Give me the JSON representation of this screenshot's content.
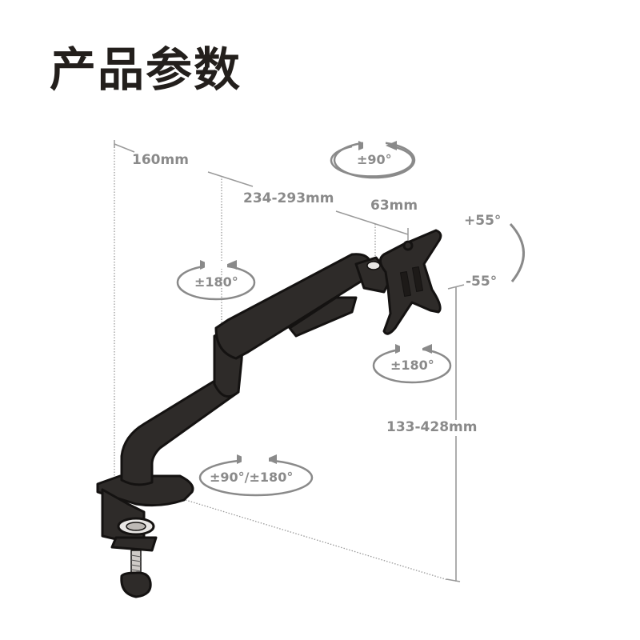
{
  "title": "产品参数",
  "colors": {
    "title": "#231f1c",
    "annotation": "#8a8a8a",
    "arm_body": "#2e2b29",
    "arm_outline": "#141211",
    "background": "#ffffff"
  },
  "dimensions": {
    "pole_offset": "160mm",
    "arm_reach": "234-293mm",
    "vesa_offset": "63mm",
    "height_range": "133-428mm"
  },
  "rotations": {
    "vesa_rotate": "±90°",
    "elbow_swivel": "±180°",
    "head_swivel": "±180°",
    "base_rotate": "±90°/±180°"
  },
  "tilt": {
    "up": "+55°",
    "down": "-55°"
  },
  "icons": [
    "rotation-arrow-icon",
    "tilt-arc-icon"
  ]
}
